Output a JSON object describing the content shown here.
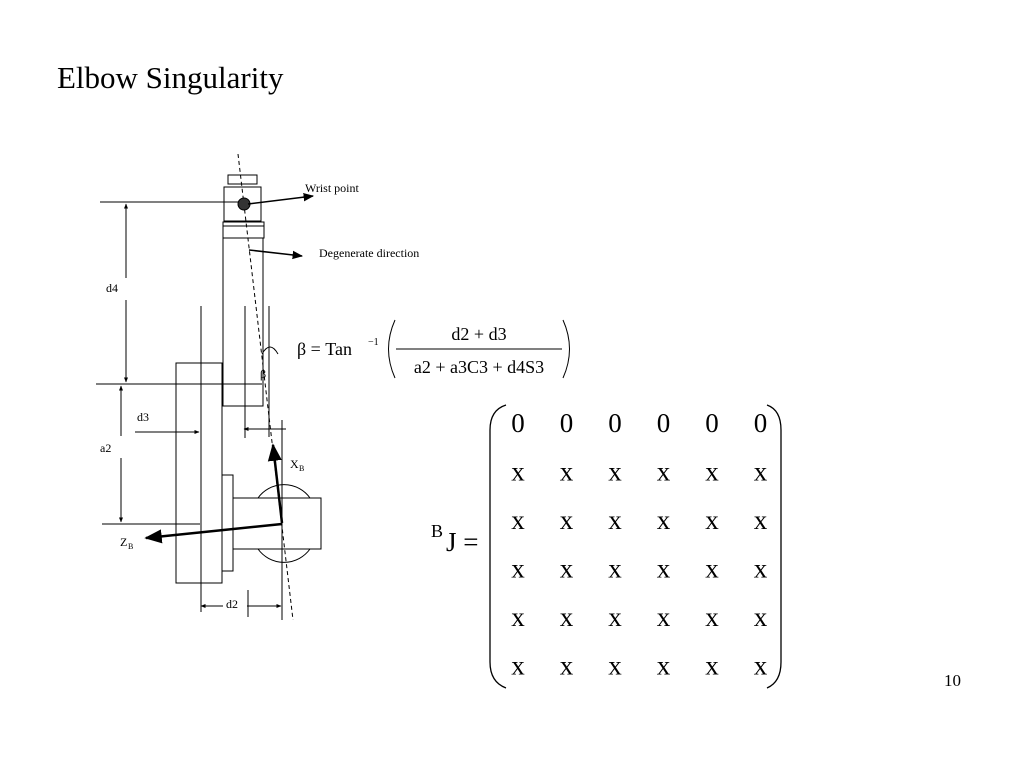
{
  "slide": {
    "title": "Elbow Singularity",
    "page_number": "10"
  },
  "diagram": {
    "labels": {
      "wrist_point": "Wrist point",
      "degenerate_direction": "Degenerate direction",
      "d4": "d4",
      "d3": "d3",
      "a2": "a2",
      "d2": "d2",
      "beta": "β",
      "x_axis": "X",
      "x_axis_sub": "B",
      "z_axis": "Z",
      "z_axis_sub": "B"
    }
  },
  "beta_equation": {
    "lhs": "β = Tan",
    "exponent": "−1",
    "numerator": "d2 + d3",
    "denominator": "a2 + a3C3 + d4S3"
  },
  "jacobian": {
    "superscript": "B",
    "symbol": "J =",
    "rows": [
      [
        "0",
        "0",
        "0",
        "0",
        "0",
        "0"
      ],
      [
        "x",
        "x",
        "x",
        "x",
        "x",
        "x"
      ],
      [
        "x",
        "x",
        "x",
        "x",
        "x",
        "x"
      ],
      [
        "x",
        "x",
        "x",
        "x",
        "x",
        "x"
      ],
      [
        "x",
        "x",
        "x",
        "x",
        "x",
        "x"
      ],
      [
        "x",
        "x",
        "x",
        "x",
        "x",
        "x"
      ]
    ]
  }
}
